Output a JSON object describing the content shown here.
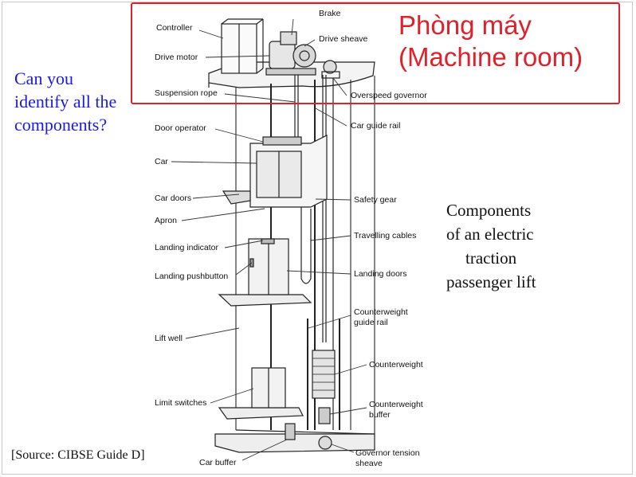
{
  "question": [
    "Can you",
    "identify all the",
    "components?"
  ],
  "description": [
    "Components",
    "of an electric",
    "traction",
    "passenger lift"
  ],
  "machine_room": [
    "Phòng máy",
    "(Machine room)"
  ],
  "source": "[Source: CIBSE Guide D]",
  "labels": {
    "brake": "Brake",
    "controller": "Controller",
    "drive_sheave": "Drive sheave",
    "drive_motor": "Drive motor",
    "suspension_rope": "Suspension rope",
    "overspeed_governor": "Overspeed governor",
    "car_guide_rail": "Car guide rail",
    "door_operator": "Door operator",
    "car": "Car",
    "car_doors": "Car doors",
    "safety_gear": "Safety gear",
    "apron": "Apron",
    "travelling_cables": "Travelling cables",
    "landing_indicator": "Landing indicator",
    "landing_pushbutton": "Landing pushbutton",
    "landing_doors": "Landing doors",
    "counterweight_guide_rail_1": "Counterweight",
    "counterweight_guide_rail_2": "guide rail",
    "lift_well": "Lift well",
    "counterweight": "Counterweight",
    "limit_switches": "Limit switches",
    "counterweight_buffer_1": "Counterweight",
    "counterweight_buffer_2": "buffer",
    "car_buffer": "Car buffer",
    "governor_tension_sheave_1": "Governor tension",
    "governor_tension_sheave_2": "sheave"
  }
}
